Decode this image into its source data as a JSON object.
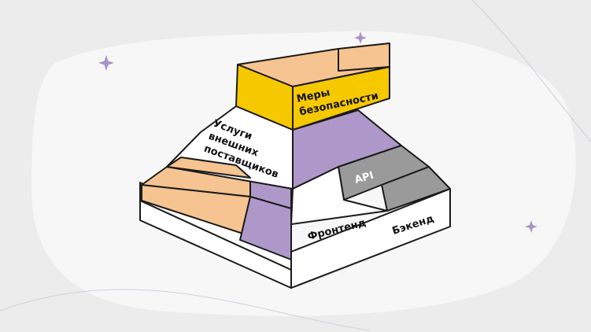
{
  "diagram": {
    "labels": {
      "security": [
        "Меры",
        "безопасности"
      ],
      "vendors": [
        "Услуги",
        "внешних",
        "поставщиков"
      ],
      "api": "API",
      "frontend": "Фронтенд",
      "backend": "Бэкенд"
    },
    "colors": {
      "background": "#ececec",
      "blob": "#f7f7f7",
      "outline": "#1a1a1a",
      "yellow": "#f5c800",
      "orange": "#f6c490",
      "purple": "#ae98c9",
      "gray": "#9a9a9a",
      "white": "#ffffff",
      "sparkle": "#a992c8"
    },
    "icons": [
      "sparkle-icon",
      "sparkle-icon",
      "sparkle-icon"
    ]
  }
}
